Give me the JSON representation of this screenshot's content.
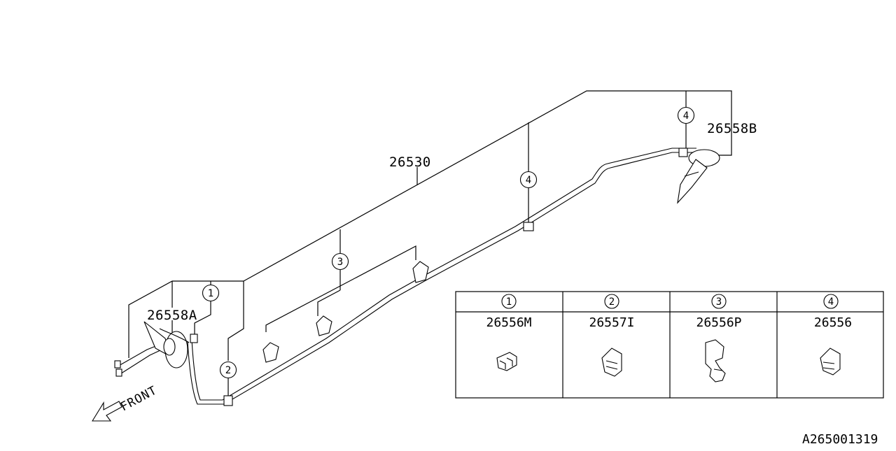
{
  "diagram": {
    "part_labels": {
      "line_main": "26530",
      "hose_front": "26558A",
      "hose_rear": "26558B"
    },
    "callouts": [
      "1",
      "2",
      "3",
      "4",
      "4"
    ],
    "direction_label": "FRONT",
    "reference_code": "A265001319"
  },
  "legend_table": {
    "columns": [
      {
        "ref": "1",
        "part": "26556M"
      },
      {
        "ref": "2",
        "part": "26557I"
      },
      {
        "ref": "3",
        "part": "26556P"
      },
      {
        "ref": "4",
        "part": "26556"
      }
    ]
  }
}
